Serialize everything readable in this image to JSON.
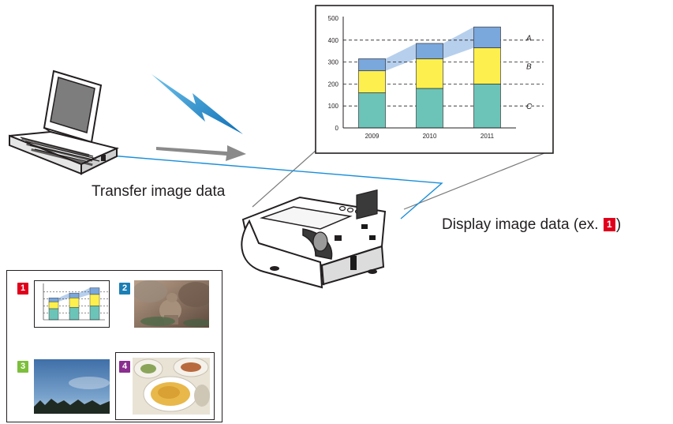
{
  "captions": {
    "transfer": "Transfer image data",
    "display_prefix": "Display image data (ex. ",
    "display_suffix": ")"
  },
  "thumbnails": [
    {
      "number": "1",
      "color": "#e0001b"
    },
    {
      "number": "2",
      "color": "#1b7fb5"
    },
    {
      "number": "3",
      "color": "#7cbf3c"
    },
    {
      "number": "4",
      "color": "#8a2e8f"
    }
  ],
  "chart_data": {
    "type": "bar",
    "stacked": true,
    "categories": [
      "2009",
      "2010",
      "2011"
    ],
    "ylim": [
      0,
      500
    ],
    "yticks": [
      0,
      100,
      200,
      300,
      400,
      500
    ],
    "gridlines": "dashed",
    "series": [
      {
        "name": "C",
        "color": "#6cc4b8",
        "values": [
          160,
          180,
          200
        ]
      },
      {
        "name": "B",
        "color": "#fdf04e",
        "values": [
          100,
          135,
          165
        ]
      },
      {
        "name": "A",
        "color": "#7aa7dc",
        "values": [
          55,
          70,
          95
        ]
      }
    ],
    "series_labels": [
      "A",
      "B",
      "C"
    ]
  }
}
